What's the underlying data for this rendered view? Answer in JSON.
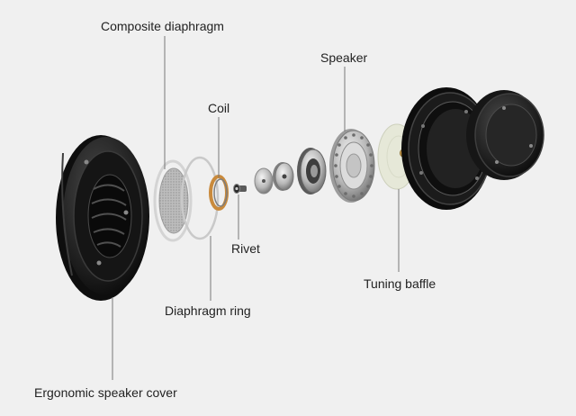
{
  "labels": {
    "composite_diaphragm": "Composite diaphragm",
    "coil": "Coil",
    "rivet": "Rivet",
    "diaphragm_ring": "Diaphragm ring",
    "speaker": "Speaker",
    "tuning_baffle": "Tuning baffle",
    "ergonomic_speaker_cover": "Ergonomic speaker cover"
  },
  "colors": {
    "background": "#f0f0f0",
    "dark_part": "#1c1c1c",
    "metal_part": "#b8b8b8",
    "coil_copper": "#c98a3c",
    "baffle": "#e6e8d8"
  }
}
